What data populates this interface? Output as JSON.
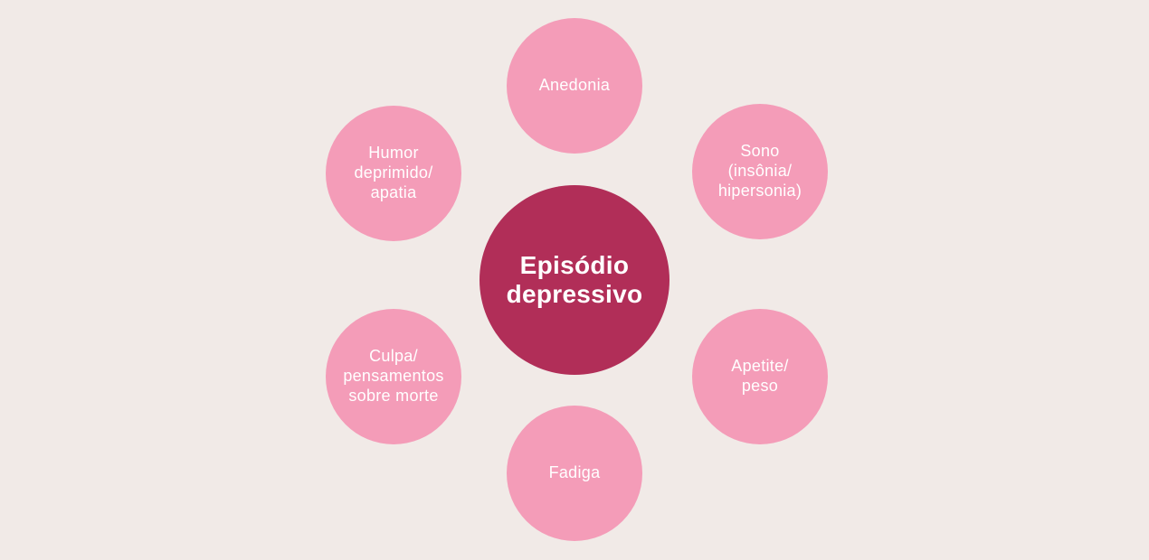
{
  "canvas": {
    "background_color": "#f1eae7"
  },
  "diagram": {
    "center": {
      "label": "Episódio\ndepressivo",
      "color": "#b12e58",
      "text_color": "#ffffff"
    },
    "satellite_color": "#f49cb8",
    "satellite_text_color": "#ffffff",
    "satellites": [
      {
        "id": "anedonia",
        "label": "Anedonia"
      },
      {
        "id": "sono-insonia-hipersonia",
        "label": "Sono\n(insônia/\nhipersonia)"
      },
      {
        "id": "apetite-peso",
        "label": "Apetite/\npeso"
      },
      {
        "id": "fadiga",
        "label": "Fadiga"
      },
      {
        "id": "culpa-pensamentos-sobre-morte",
        "label": "Culpa/\npensamentos\nsobre morte"
      },
      {
        "id": "humor-deprimido-apatia",
        "label": "Humor\ndeprimido/\napatia"
      }
    ]
  }
}
